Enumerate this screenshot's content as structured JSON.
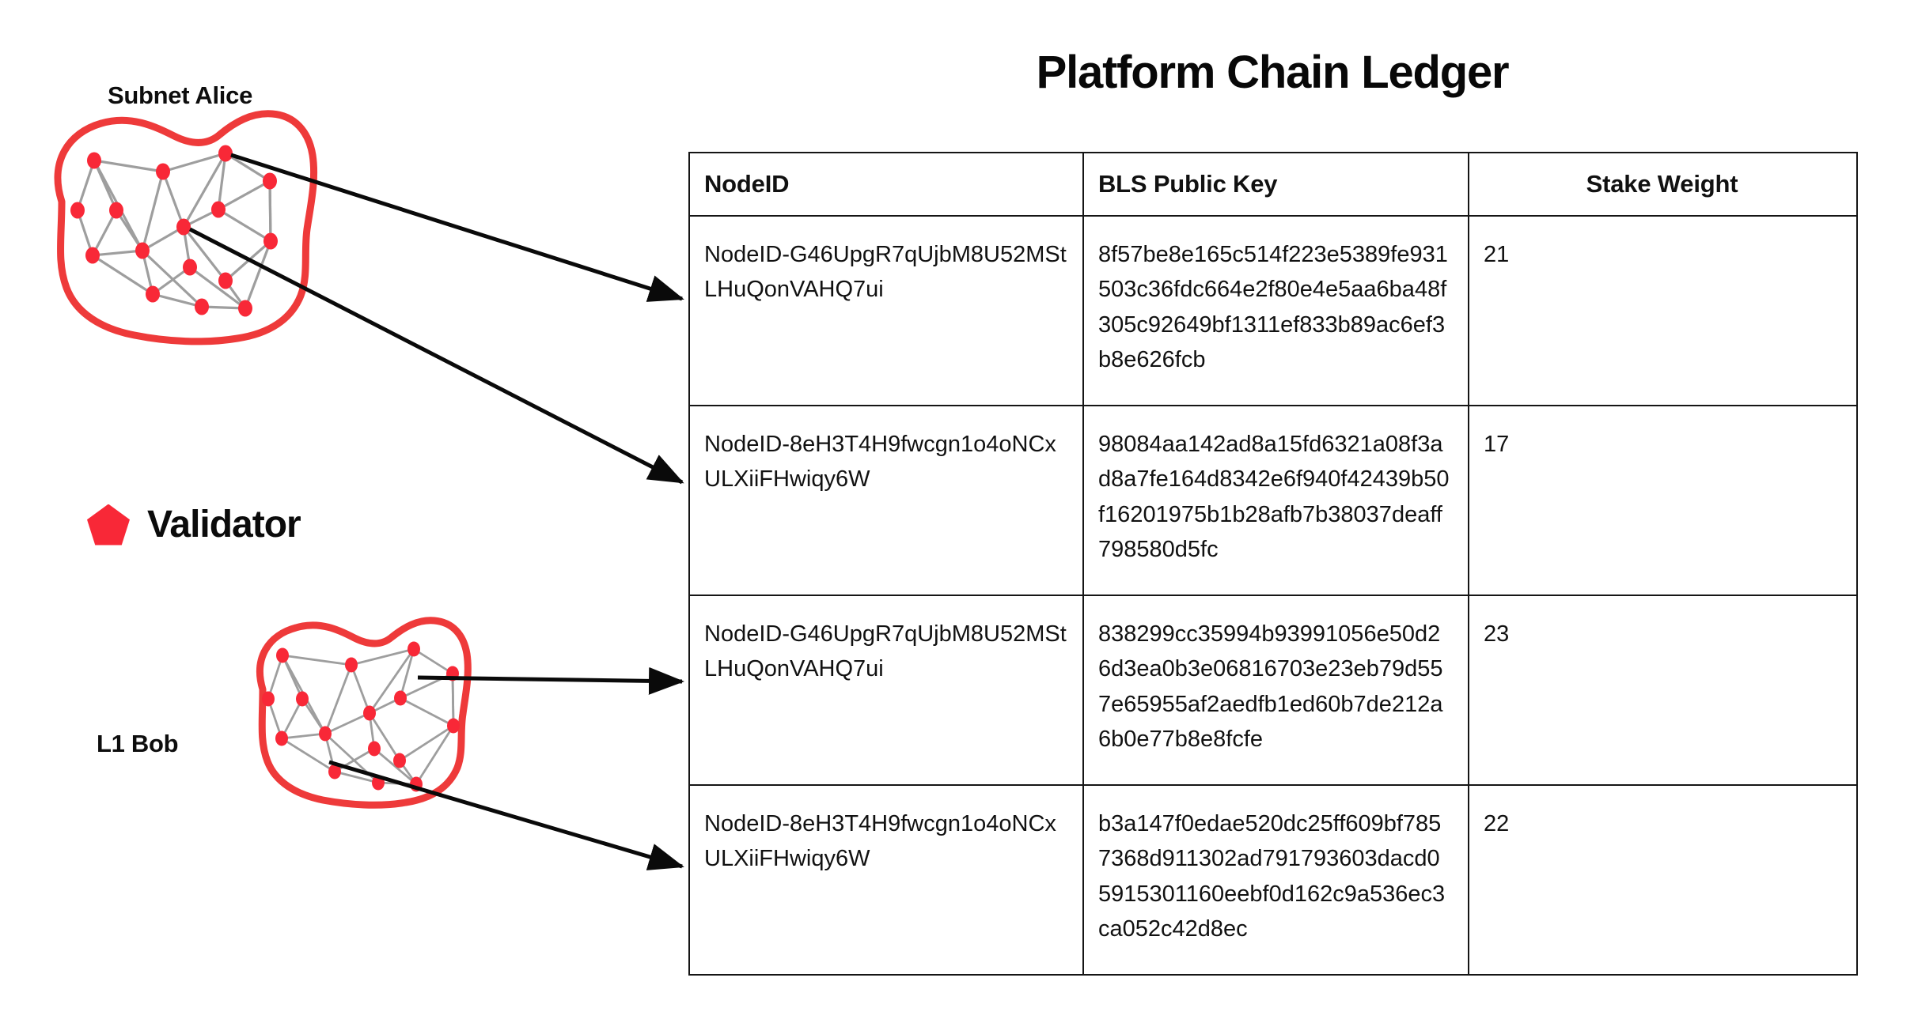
{
  "title": "Platform Chain Ledger",
  "colors": {
    "validator_red": "#f82837",
    "blob_outline": "#ee3a3a",
    "graph_edge": "#9e9e9e",
    "table_border": "#151515",
    "text": "#111111"
  },
  "diagram": {
    "networks": [
      {
        "id": "subnet-alice",
        "label": "Subnet Alice"
      },
      {
        "id": "l1-bob",
        "label": "L1 Bob"
      }
    ],
    "legend": {
      "marker_icon": "pentagon-icon",
      "label": "Validator"
    },
    "arrows": [
      {
        "from": "subnet-alice",
        "to_row": 1
      },
      {
        "from": "subnet-alice",
        "to_row": 2
      },
      {
        "from": "l1-bob",
        "to_row": 3
      },
      {
        "from": "l1-bob",
        "to_row": 4
      }
    ]
  },
  "table": {
    "headers": [
      "NodeID",
      "BLS Public Key",
      "Stake Weight"
    ],
    "rows": [
      {
        "node_id": "NodeID-G46UpgR7qUjbM8U52MStLHuQonVAHQ7ui",
        "bls_public_key": "8f57be8e165c514f223e5389fe931503c36fdc664e2f80e4e5aa6ba48f305c92649bf1311ef833b89ac6ef3b8e626fcb",
        "stake_weight": "21"
      },
      {
        "node_id": "NodeID-8eH3T4H9fwcgn1o4oNCxULXiiFHwiqy6W",
        "bls_public_key": "98084aa142ad8a15fd6321a08f3ad8a7fe164d8342e6f940f42439b50f16201975b1b28afb7b38037deaff798580d5fc",
        "stake_weight": "17"
      },
      {
        "node_id": "NodeID-G46UpgR7qUjbM8U52MStLHuQonVAHQ7ui",
        "bls_public_key": "838299cc35994b93991056e50d26d3ea0b3e06816703e23eb79d557e65955af2aedfb1ed60b7de212a6b0e77b8e8fcfe",
        "stake_weight": "23"
      },
      {
        "node_id": "NodeID-8eH3T4H9fwcgn1o4oNCxULXiiFHwiqy6W",
        "bls_public_key": "b3a147f0edae520dc25ff609bf7857368d911302ad791793603dacd05915301160eebf0d162c9a536ec3ca052c42d8ec",
        "stake_weight": "22"
      }
    ]
  }
}
